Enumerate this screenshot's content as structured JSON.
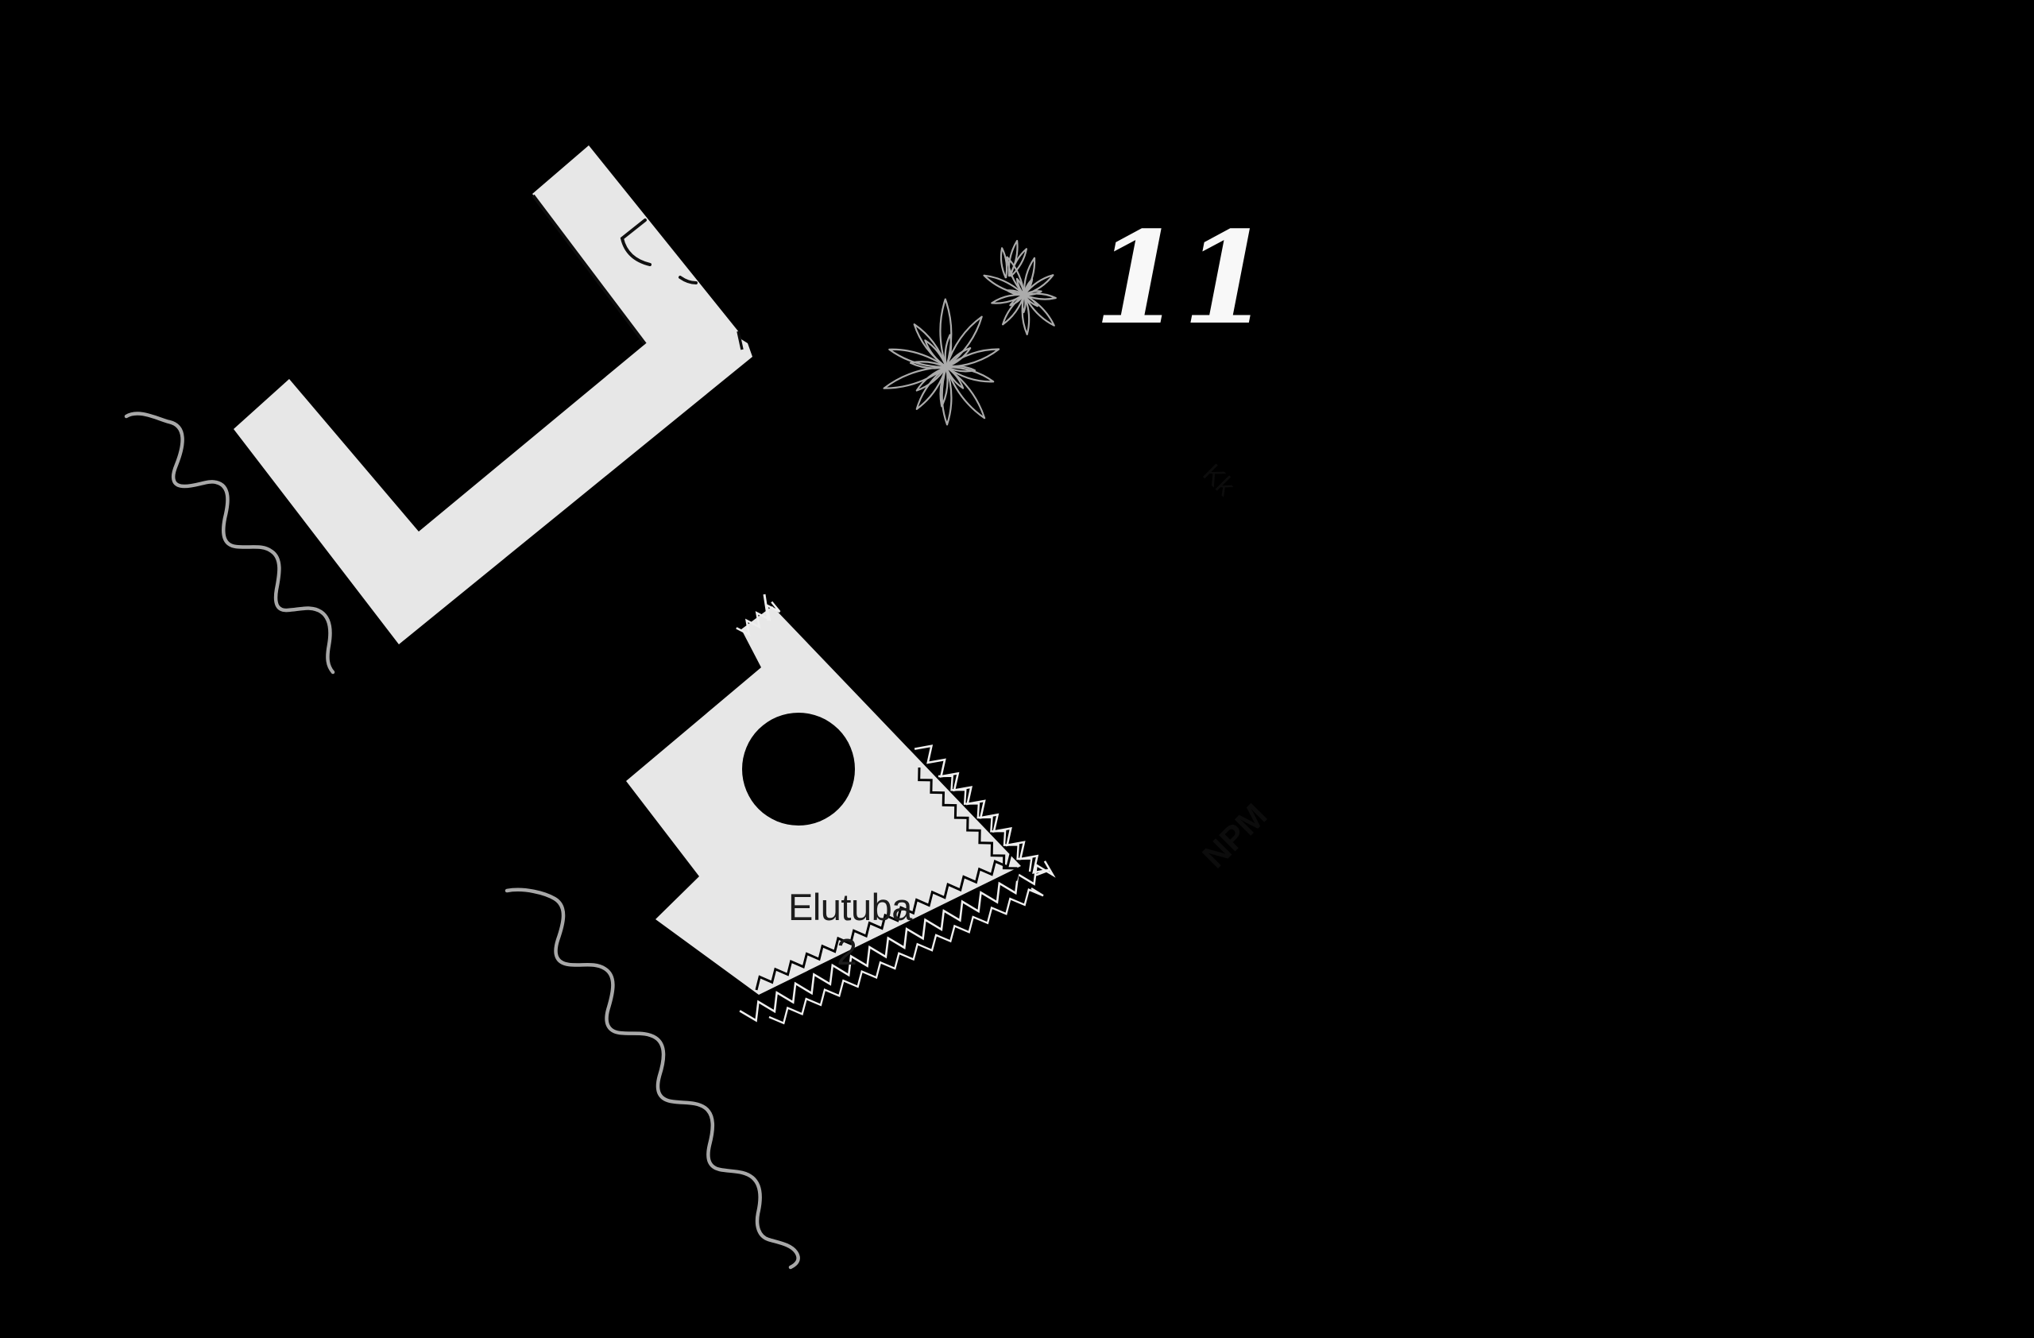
{
  "plan": {
    "unit_number": "11",
    "room": {
      "name_line1": "Elutuba",
      "name_line2": "2"
    },
    "faint_labels": {
      "label_a": "Kk",
      "label_b": "NPM"
    },
    "colors": {
      "background": "#000000",
      "shape_fill": "#e7e7e7",
      "wall_line": "#0d0d0d",
      "squiggle_gray": "#a8a8a8",
      "plant_stroke": "#ababab",
      "fringe_white": "#efefef",
      "label_dark": "#1c1c1c",
      "unit_white": "#f8f8f8",
      "faint_dark": "#0c0c0c"
    }
  }
}
